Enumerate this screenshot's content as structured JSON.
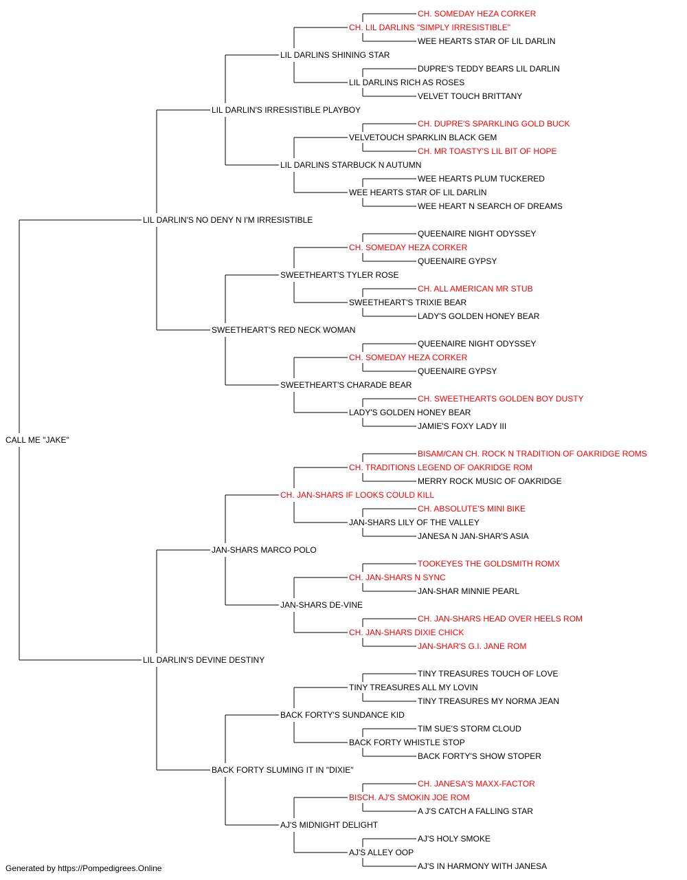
{
  "colors": {
    "champion": "#ff0000",
    "normal": "#000000",
    "line": "#000000"
  },
  "footer": "Generated by https://Pompedigrees.Online",
  "pedigree": {
    "name": "CALL ME \"JAKE\"",
    "ch": false,
    "sire": {
      "name": "LIL DARLIN'S NO DENY N I'M IRRESISTIBLE",
      "ch": false,
      "sire": {
        "name": "LIL DARLIN'S IRRESISTIBLE PLAYBOY",
        "ch": false,
        "sire": {
          "name": "LIL DARLINS SHINING STAR",
          "ch": false,
          "sire": {
            "name": "CH. LIL DARLINS \"SIMPLY IRRESISTIBLE\"",
            "ch": true,
            "sire": {
              "name": "CH. SOMEDAY HEZA CORKER",
              "ch": true
            },
            "dam": {
              "name": "WEE HEARTS STAR OF LIL DARLIN",
              "ch": false
            }
          },
          "dam": {
            "name": "LIL DARLINS RICH AS ROSES",
            "ch": false,
            "sire": {
              "name": "DUPRE'S TEDDY BEARS LIL DARLIN",
              "ch": false
            },
            "dam": {
              "name": "VELVET TOUCH BRITTANY",
              "ch": false
            }
          }
        },
        "dam": {
          "name": "LIL DARLINS STARBUCK N AUTUMN",
          "ch": false,
          "sire": {
            "name": "VELVETOUCH SPARKLIN BLACK GEM",
            "ch": false,
            "sire": {
              "name": "CH. DUPRE'S SPARKLING GOLD BUCK",
              "ch": true
            },
            "dam": {
              "name": "CH. MR TOASTY'S LIL BIT OF HOPE",
              "ch": true
            }
          },
          "dam": {
            "name": "WEE HEARTS STAR OF LIL DARLIN",
            "ch": false,
            "sire": {
              "name": "WEE HEARTS PLUM TUCKERED",
              "ch": false
            },
            "dam": {
              "name": "WEE HEART N SEARCH OF DREAMS",
              "ch": false
            }
          }
        }
      },
      "dam": {
        "name": "SWEETHEART'S RED NECK WOMAN",
        "ch": false,
        "sire": {
          "name": "SWEETHEART'S TYLER ROSE",
          "ch": false,
          "sire": {
            "name": "CH. SOMEDAY HEZA CORKER",
            "ch": true,
            "sire": {
              "name": "QUEENAIRE NIGHT ODYSSEY",
              "ch": false
            },
            "dam": {
              "name": "QUEENAIRE GYPSY",
              "ch": false
            }
          },
          "dam": {
            "name": "SWEETHEART'S TRIXIE BEAR",
            "ch": false,
            "sire": {
              "name": "CH. ALL AMERICAN MR STUB",
              "ch": true
            },
            "dam": {
              "name": "LADY'S GOLDEN HONEY BEAR",
              "ch": false
            }
          }
        },
        "dam": {
          "name": "SWEETHEART'S CHARADE BEAR",
          "ch": false,
          "sire": {
            "name": "CH. SOMEDAY HEZA CORKER",
            "ch": true,
            "sire": {
              "name": "QUEENAIRE NIGHT ODYSSEY",
              "ch": false
            },
            "dam": {
              "name": "QUEENAIRE GYPSY",
              "ch": false
            }
          },
          "dam": {
            "name": "LADY'S GOLDEN HONEY BEAR",
            "ch": false,
            "sire": {
              "name": "CH. SWEETHEARTS GOLDEN BOY DUSTY",
              "ch": true
            },
            "dam": {
              "name": "JAMIE'S FOXY LADY III",
              "ch": false
            }
          }
        }
      }
    },
    "dam": {
      "name": "LIL DARLIN'S DEVINE DESTINY",
      "ch": false,
      "sire": {
        "name": "JAN-SHARS MARCO POLO",
        "ch": false,
        "sire": {
          "name": "CH. JAN-SHARS IF LOOKS COULD KILL",
          "ch": true,
          "sire": {
            "name": "CH. TRADITIONS LEGEND OF OAKRIDGE ROM",
            "ch": true,
            "sire": {
              "name": "BISAM/CAN CH. ROCK N TRADITION OF OAKRIDGE ROMS",
              "ch": true
            },
            "dam": {
              "name": "MERRY ROCK MUSIC OF OAKRIDGE",
              "ch": false
            }
          },
          "dam": {
            "name": "JAN-SHARS LILY OF THE VALLEY",
            "ch": false,
            "sire": {
              "name": "CH. ABSOLUTE'S MINI BIKE",
              "ch": true
            },
            "dam": {
              "name": "JANESA N JAN-SHAR'S ASIA",
              "ch": false
            }
          }
        },
        "dam": {
          "name": "JAN-SHARS DE-VINE",
          "ch": false,
          "sire": {
            "name": "CH. JAN-SHARS N SYNC",
            "ch": true,
            "sire": {
              "name": "TOOKEYES THE GOLDSMITH ROMX",
              "ch": true
            },
            "dam": {
              "name": "JAN-SHAR MINNIE PEARL",
              "ch": false
            }
          },
          "dam": {
            "name": "CH. JAN-SHARS DIXIE CHICK",
            "ch": true,
            "sire": {
              "name": "CH. JAN-SHARS HEAD OVER HEELS ROM",
              "ch": true
            },
            "dam": {
              "name": "JAN-SHAR'S G.I. JANE ROM",
              "ch": true
            }
          }
        }
      },
      "dam": {
        "name": "BACK FORTY SLUMING IT IN \"DIXIE\"",
        "ch": false,
        "sire": {
          "name": "BACK FORTY'S SUNDANCE KID",
          "ch": false,
          "sire": {
            "name": "TINY TREASURES ALL MY LOVIN",
            "ch": false,
            "sire": {
              "name": "TINY TREASURES TOUCH OF LOVE",
              "ch": false
            },
            "dam": {
              "name": "TINY TREASURES MY NORMA JEAN",
              "ch": false
            }
          },
          "dam": {
            "name": "BACK FORTY WHISTLE STOP",
            "ch": false,
            "sire": {
              "name": "TIM SUE'S STORM CLOUD",
              "ch": false
            },
            "dam": {
              "name": "BACK FORTY'S SHOW STOPER",
              "ch": false
            }
          }
        },
        "dam": {
          "name": "AJ'S MIDNIGHT DELIGHT",
          "ch": false,
          "sire": {
            "name": "BISCH. AJ'S SMOKIN JOE ROM",
            "ch": true,
            "sire": {
              "name": "CH. JANESA'S MAXX-FACTOR",
              "ch": true
            },
            "dam": {
              "name": "A J'S CATCH A FALLING STAR",
              "ch": false
            }
          },
          "dam": {
            "name": "AJ'S ALLEY OOP",
            "ch": false,
            "sire": {
              "name": "AJ'S HOLY SMOKE",
              "ch": false
            },
            "dam": {
              "name": "AJ'S IN HARMONY WITH JANESA",
              "ch": false
            }
          }
        }
      }
    }
  }
}
